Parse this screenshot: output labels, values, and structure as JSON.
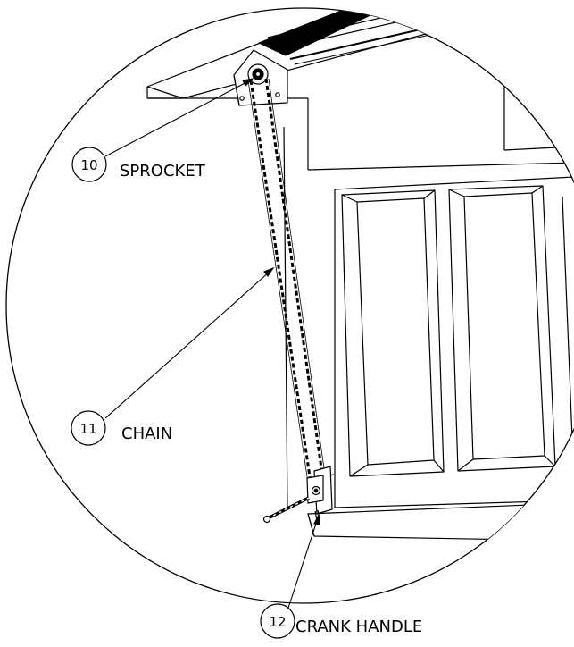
{
  "callouts": [
    {
      "number": "10",
      "label": "SPROCKET"
    },
    {
      "number": "11",
      "label": "CHAIN"
    },
    {
      "number": "12",
      "label": "CRANK HANDLE"
    }
  ],
  "colors": {
    "line": "#000000",
    "background": "#ffffff"
  }
}
